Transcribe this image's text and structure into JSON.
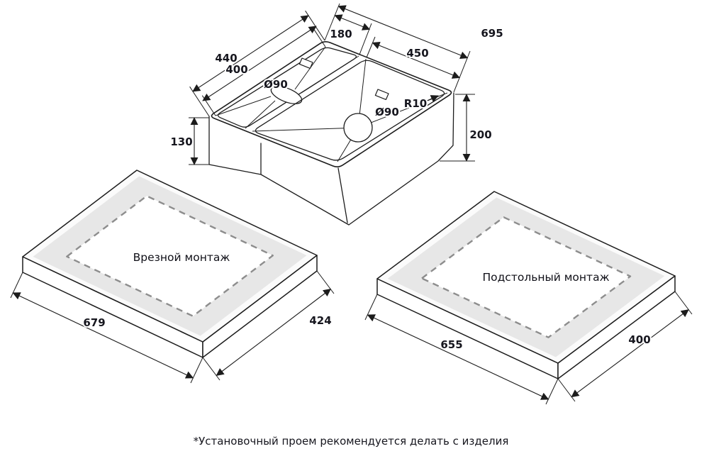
{
  "sink": {
    "dim_length_total": "695",
    "dim_bowl_small_width": "180",
    "dim_bowl_main_width": "450",
    "dim_width_total": "440",
    "dim_width_inner": "400",
    "dim_drain_left": "Ø90",
    "dim_drain_right": "Ø90",
    "dim_corner_radius": "R10",
    "dim_depth_small": "130",
    "dim_depth_main": "200"
  },
  "mount_inset": {
    "label": "Врезной монтаж",
    "dim_length": "679",
    "dim_width": "424"
  },
  "mount_under": {
    "label": "Подстольный монтаж",
    "dim_length": "655",
    "dim_width": "400"
  },
  "footnote": "*Установочный проем рекомендуется делать с изделия",
  "colors": {
    "line": "#1c1c1c",
    "band": "#e7e7e7",
    "dashed": "#8d8d8d"
  }
}
